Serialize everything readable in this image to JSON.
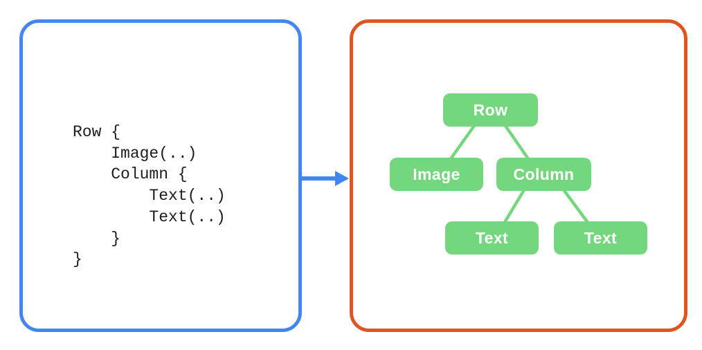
{
  "code_panel": {
    "lines": [
      "Row {",
      "    Image(..)",
      "    Column {",
      "        Text(..)",
      "        Text(..)",
      "    }",
      "}"
    ]
  },
  "arrow": {
    "direction": "right",
    "color": "#4285F4"
  },
  "tree_panel": {
    "nodes": [
      {
        "id": "row",
        "label": "Row",
        "parent": null
      },
      {
        "id": "image",
        "label": "Image",
        "parent": "row"
      },
      {
        "id": "column",
        "label": "Column",
        "parent": "row"
      },
      {
        "id": "text-1",
        "label": "Text",
        "parent": "column"
      },
      {
        "id": "text-2",
        "label": "Text",
        "parent": "column"
      }
    ]
  },
  "colors": {
    "code_panel_border": "#4285F4",
    "tree_panel_border": "#E0551F",
    "node_fill": "#74D77E",
    "edge_stroke": "#74D77E",
    "node_text": "#FFFFFF",
    "code_text": "#1D1D1F",
    "background": "#FFFFFF"
  }
}
